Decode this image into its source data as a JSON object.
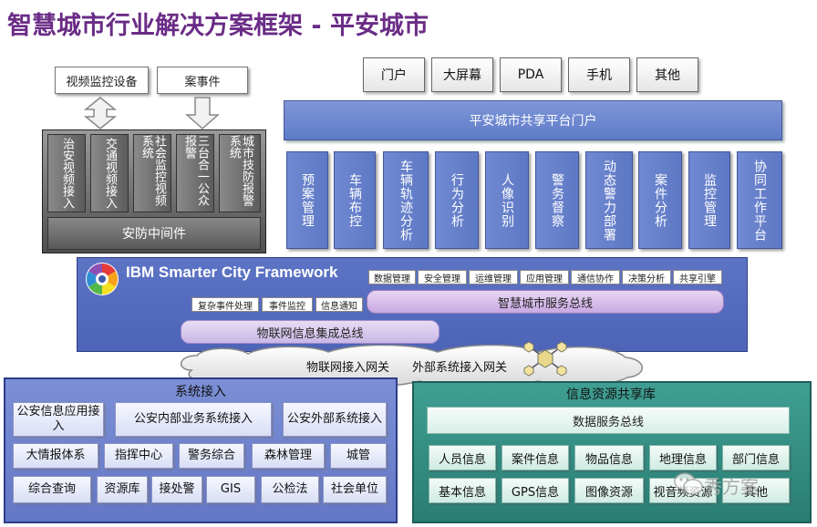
{
  "title": "智慧城市行业解决方案框架 - 平安城市",
  "devices": {
    "video": "视频监控设备",
    "incident": "案事件"
  },
  "security_columns": [
    "治安视频接入",
    "交通视频接入",
    "社会监控视频系统",
    "三台合一公众报警",
    "城市技防报警系统"
  ],
  "security_middleware": "安防中间件",
  "terminals": [
    "门户",
    "大屏幕",
    "PDA",
    "手机",
    "其他"
  ],
  "portal": "平安城市共享平台门户",
  "apps": [
    "预案管理",
    "车辆布控",
    "车辆轨迹分析",
    "行为分析",
    "人像识别",
    "警务督察",
    "动态警力部署",
    "案件分析",
    "监控管理",
    "协同工作平台"
  ],
  "ibm": {
    "title": "IBM Smarter City Framework",
    "modules_top": [
      "数据管理",
      "安全管理",
      "运维管理",
      "应用管理",
      "通信协作",
      "决策分析",
      "共享引擎"
    ],
    "modules_left": [
      "复杂事件处理",
      "事件监控",
      "信息通知"
    ],
    "service_bus": "智慧城市服务总线",
    "iot_bus": "物联网信息集成总线"
  },
  "cloud": {
    "iot_gateway": "物联网接入网关",
    "ext_gateway": "外部系统接入网关"
  },
  "system_access": {
    "title": "系统接入",
    "row1": [
      "公安信息应用接入",
      "公安内部业务系统接入",
      "公安外部系统接入"
    ],
    "row2": [
      "大情报体系",
      "指挥中心",
      "警务综合",
      "森林管理",
      "城管"
    ],
    "row3": [
      "综合查询",
      "资源库",
      "接处警",
      "GIS",
      "公检法",
      "社会单位"
    ]
  },
  "resource_library": {
    "title": "信息资源共享库",
    "bus": "数据服务总线",
    "row1": [
      "人员信息",
      "案件信息",
      "物品信息",
      "地理信息",
      "部门信息"
    ],
    "row2": [
      "基本信息",
      "GPS信息",
      "图像资源",
      "视音频资源",
      "其他"
    ]
  },
  "watermark": "秀方案",
  "colors": {
    "title": "#6a2c86",
    "app_blue": "#6680cc",
    "ibm_blue": "#5469bb",
    "teal": "#2f8a7f"
  }
}
